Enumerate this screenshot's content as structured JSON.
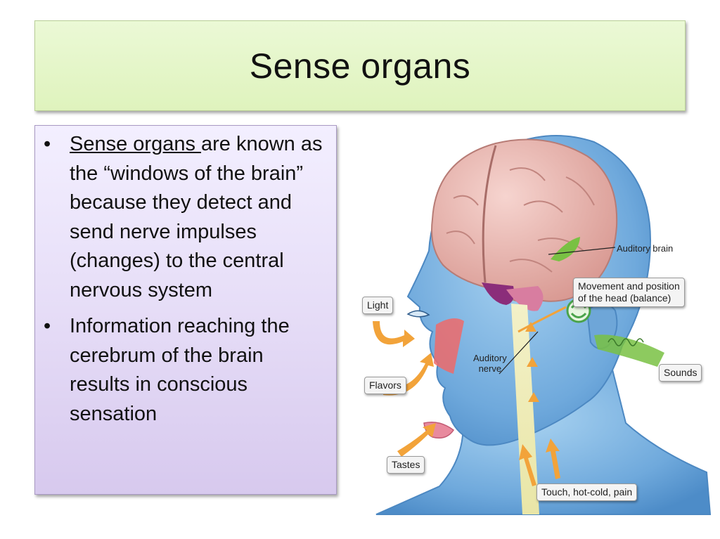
{
  "slide": {
    "title": "Sense organs",
    "bullet_1": {
      "term": "Sense organs ",
      "rest": "are known as the “windows of the brain” because they detect and send nerve impulses (changes) to the central nervous system"
    },
    "bullet_2": "Information reaching the cerebrum of the brain results in conscious sensation",
    "bullet_symbol": "•"
  },
  "figure": {
    "labels": {
      "auditory_brain": "Auditory brain",
      "balance_line1": "Movement and position",
      "balance_line2": "of the head (balance)",
      "light": "Light",
      "auditory_nerve_line1": "Auditory",
      "auditory_nerve_line2": "nerve",
      "sounds": "Sounds",
      "flavors": "Flavors",
      "tastes": "Tastes",
      "touch": "Touch, hot-cold, pain"
    },
    "colors": {
      "skin": "#7fb8e3",
      "brain": "#e9b4ae",
      "arrow": "#f2a33a",
      "nose": "#ef6a6a",
      "ear_wave": "#79c143"
    }
  }
}
